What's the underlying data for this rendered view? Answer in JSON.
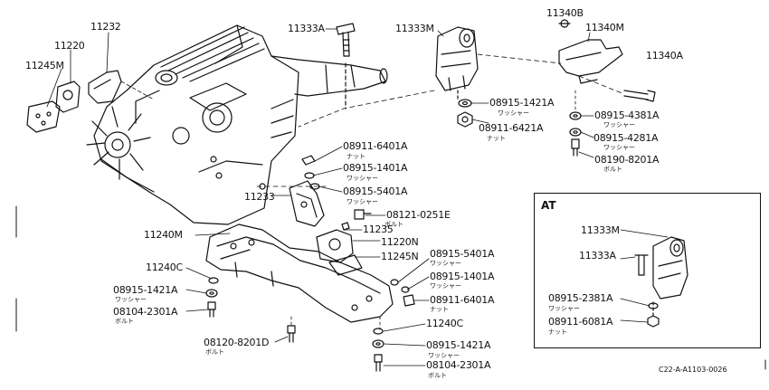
{
  "diagram": {
    "inset_title": "AT",
    "ref_code": "C22-A-A1103-0026",
    "part_labels": [
      {
        "id": "p11232",
        "text": "11232"
      },
      {
        "id": "p11220",
        "text": "11220"
      },
      {
        "id": "p11245M",
        "text": "11245M"
      },
      {
        "id": "p11333A",
        "text": "11333A"
      },
      {
        "id": "p11333M",
        "text": "11333M"
      },
      {
        "id": "p11340B",
        "text": "11340B"
      },
      {
        "id": "p11340M",
        "text": "11340M"
      },
      {
        "id": "p11340A",
        "text": "11340A"
      },
      {
        "id": "p08915_1421A_a",
        "text": "08915-1421A",
        "sub": "ワッシャー"
      },
      {
        "id": "p08911_6421A",
        "text": "08911-6421A",
        "sub": "ナット"
      },
      {
        "id": "p08915_4381A",
        "text": "08915-4381A",
        "sub": "ワッシャー"
      },
      {
        "id": "p08915_4281A",
        "text": "08915-4281A",
        "sub": "ワッシャー"
      },
      {
        "id": "p08190_8201A",
        "text": "08190-8201A",
        "sub": "ボルト"
      },
      {
        "id": "p08911_6401A_a",
        "text": "08911-6401A",
        "sub": "ナット"
      },
      {
        "id": "p08915_1401A_a",
        "text": "08915-1401A",
        "sub": "ワッシャー"
      },
      {
        "id": "p08915_5401A_a",
        "text": "08915-5401A",
        "sub": "ワッシャー"
      },
      {
        "id": "p11233",
        "text": "11233"
      },
      {
        "id": "p08121_0251E",
        "text": "08121-0251E",
        "sub": "ボルト"
      },
      {
        "id": "p11235",
        "text": "11235"
      },
      {
        "id": "p11240M",
        "text": "11240M"
      },
      {
        "id": "p11220N",
        "text": "11220N"
      },
      {
        "id": "p11245N",
        "text": "11245N"
      },
      {
        "id": "p08915_5401A_b",
        "text": "08915-5401A",
        "sub": "ワッシャー"
      },
      {
        "id": "p08915_1401A_b",
        "text": "08915-1401A",
        "sub": "ワッシャー"
      },
      {
        "id": "p08911_6401A_b",
        "text": "08911-6401A",
        "sub": "ナット"
      },
      {
        "id": "p11240C_a",
        "text": "11240C"
      },
      {
        "id": "p08915_1421A_b",
        "text": "08915-1421A",
        "sub": "ワッシャー"
      },
      {
        "id": "p08104_2301A_a",
        "text": "08104-2301A",
        "sub": "ボルト"
      },
      {
        "id": "p11240C_b",
        "text": "11240C"
      },
      {
        "id": "p08120_8201D",
        "text": "08120-8201D",
        "sub": "ボルト"
      },
      {
        "id": "p08915_1421A_c",
        "text": "08915-1421A",
        "sub": "ワッシャー"
      },
      {
        "id": "p08104_2301A_b",
        "text": "08104-2301A",
        "sub": "ボルト"
      },
      {
        "id": "p11333M_at",
        "text": "11333M"
      },
      {
        "id": "p11333A_at",
        "text": "11333A"
      },
      {
        "id": "p08915_2381A",
        "text": "08915-2381A",
        "sub": "ワッシャー"
      },
      {
        "id": "p08911_6081A",
        "text": "08911-6081A",
        "sub": "ナット"
      }
    ]
  }
}
